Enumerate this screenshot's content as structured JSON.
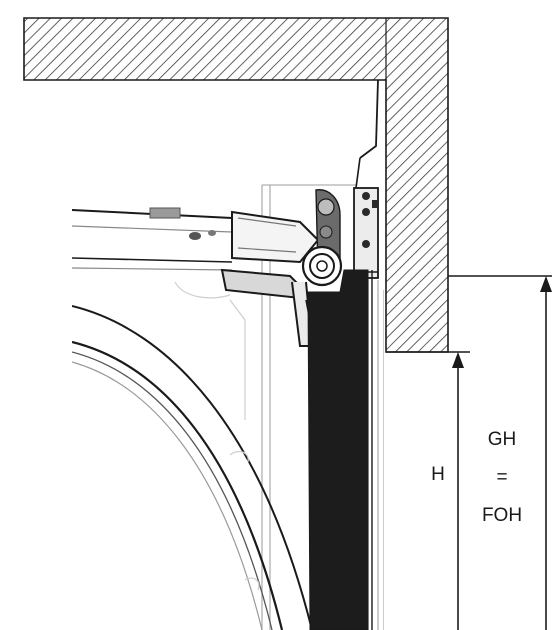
{
  "labels": {
    "height": "H",
    "gap_height_line1": "GH",
    "gap_height_line2": "=",
    "gap_height_line3": "FOH"
  },
  "colors": {
    "line": "#1a1a1a",
    "hatch": "#3a3a3a",
    "drawing_gray": "#8c8c8c",
    "light_gray": "#c8c8c8",
    "track_fill": "#1c1c1c"
  }
}
